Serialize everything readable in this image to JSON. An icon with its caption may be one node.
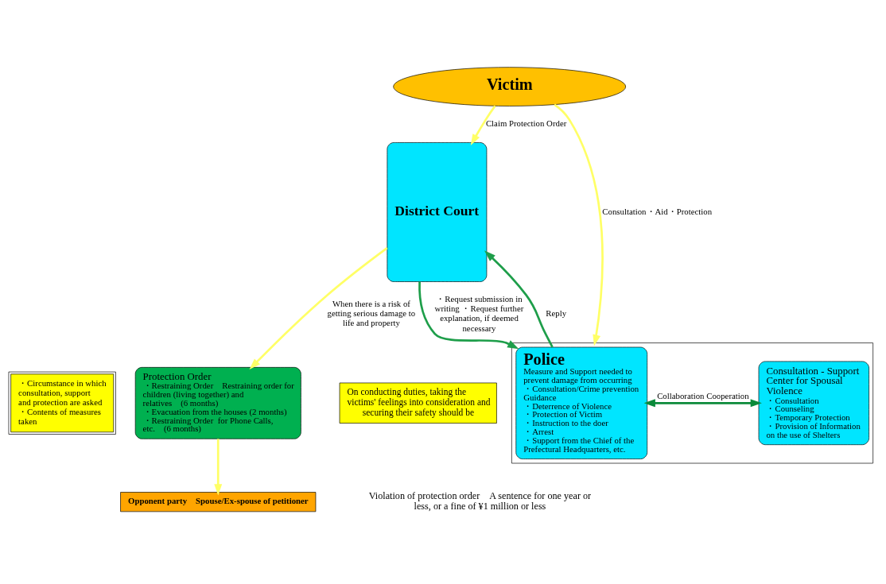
{
  "diagram": {
    "nodes": [
      {
        "text": [
          "Victim"
        ]
      },
      {
        "text": [],
        "shape": "box"
      },
      {
        "text": [
          "Police",
          "Measure and Support needed to prevent damage from occurring",
          "・Consultation/Crime prevention Guidance",
          "・Deterrence of Violence",
          "・Protection of Victim",
          "・Instruction to the doer",
          "・Arrest",
          "・Support from the Chief of the Prefectural Headquarters, etc."
        ],
        "in": 1
      },
      {
        "text": [
          "Consultation - Support Center for Spousal Violence",
          "・Consultation",
          "・Counseling",
          "・Temporary Protection",
          "・Provision of Information on the use of Shelters"
        ],
        "in": 1
      },
      {
        "text": [
          "District Court"
        ]
      },
      {
        "text": [
          "・Circumstance in which consultation, support and protection are asked",
          "・Contents of measures taken"
        ]
      },
      {
        "text": [
          "Protection Order",
          "・Restraining Order　Restraining order for children (living together) and relatives　(6 months)",
          "・Evacuation from the houses (2 months)",
          "・Restraining Order  for Phone Calls, etc.　(6 months)"
        ]
      },
      {
        "text": [
          "On conducting duties, taking the victims' feelings into consideration and securing their safety should be"
        ]
      },
      {
        "text": [
          "Opponent party　Spouse/Ex-spouse of petitioner"
        ]
      }
    ],
    "edges": [
      {
        "from": 0,
        "to": 4,
        "arrow": "to",
        "label": "Claim Protection Order"
      },
      {
        "from": 0,
        "to": 1,
        "arrow": "to",
        "label": "Consultation・Aid・Protection"
      },
      {
        "from": 4,
        "to": 2,
        "arrow": "to",
        "label": "・Request submission in writing ・Request further explanation, if deemed necessary",
        "color": "#1e9e4a"
      },
      {
        "from": 2,
        "to": 4,
        "arrow": "to",
        "label": "Reply",
        "color": "#1e9e4a"
      },
      {
        "from": 2,
        "to": 3,
        "arrow": "both",
        "label": "Collaboration Cooperation",
        "color": "#0b8a3a"
      },
      {
        "from": 4,
        "to": 6,
        "arrow": "to",
        "label": "When there is a risk of getting serious damage to life and property"
      },
      {
        "from": 6,
        "to": 8,
        "arrow": "to"
      }
    ],
    "labels": [
      "Violation of protection order　A sentence for one year or less, or a fine of ¥1 million or less"
    ]
  }
}
